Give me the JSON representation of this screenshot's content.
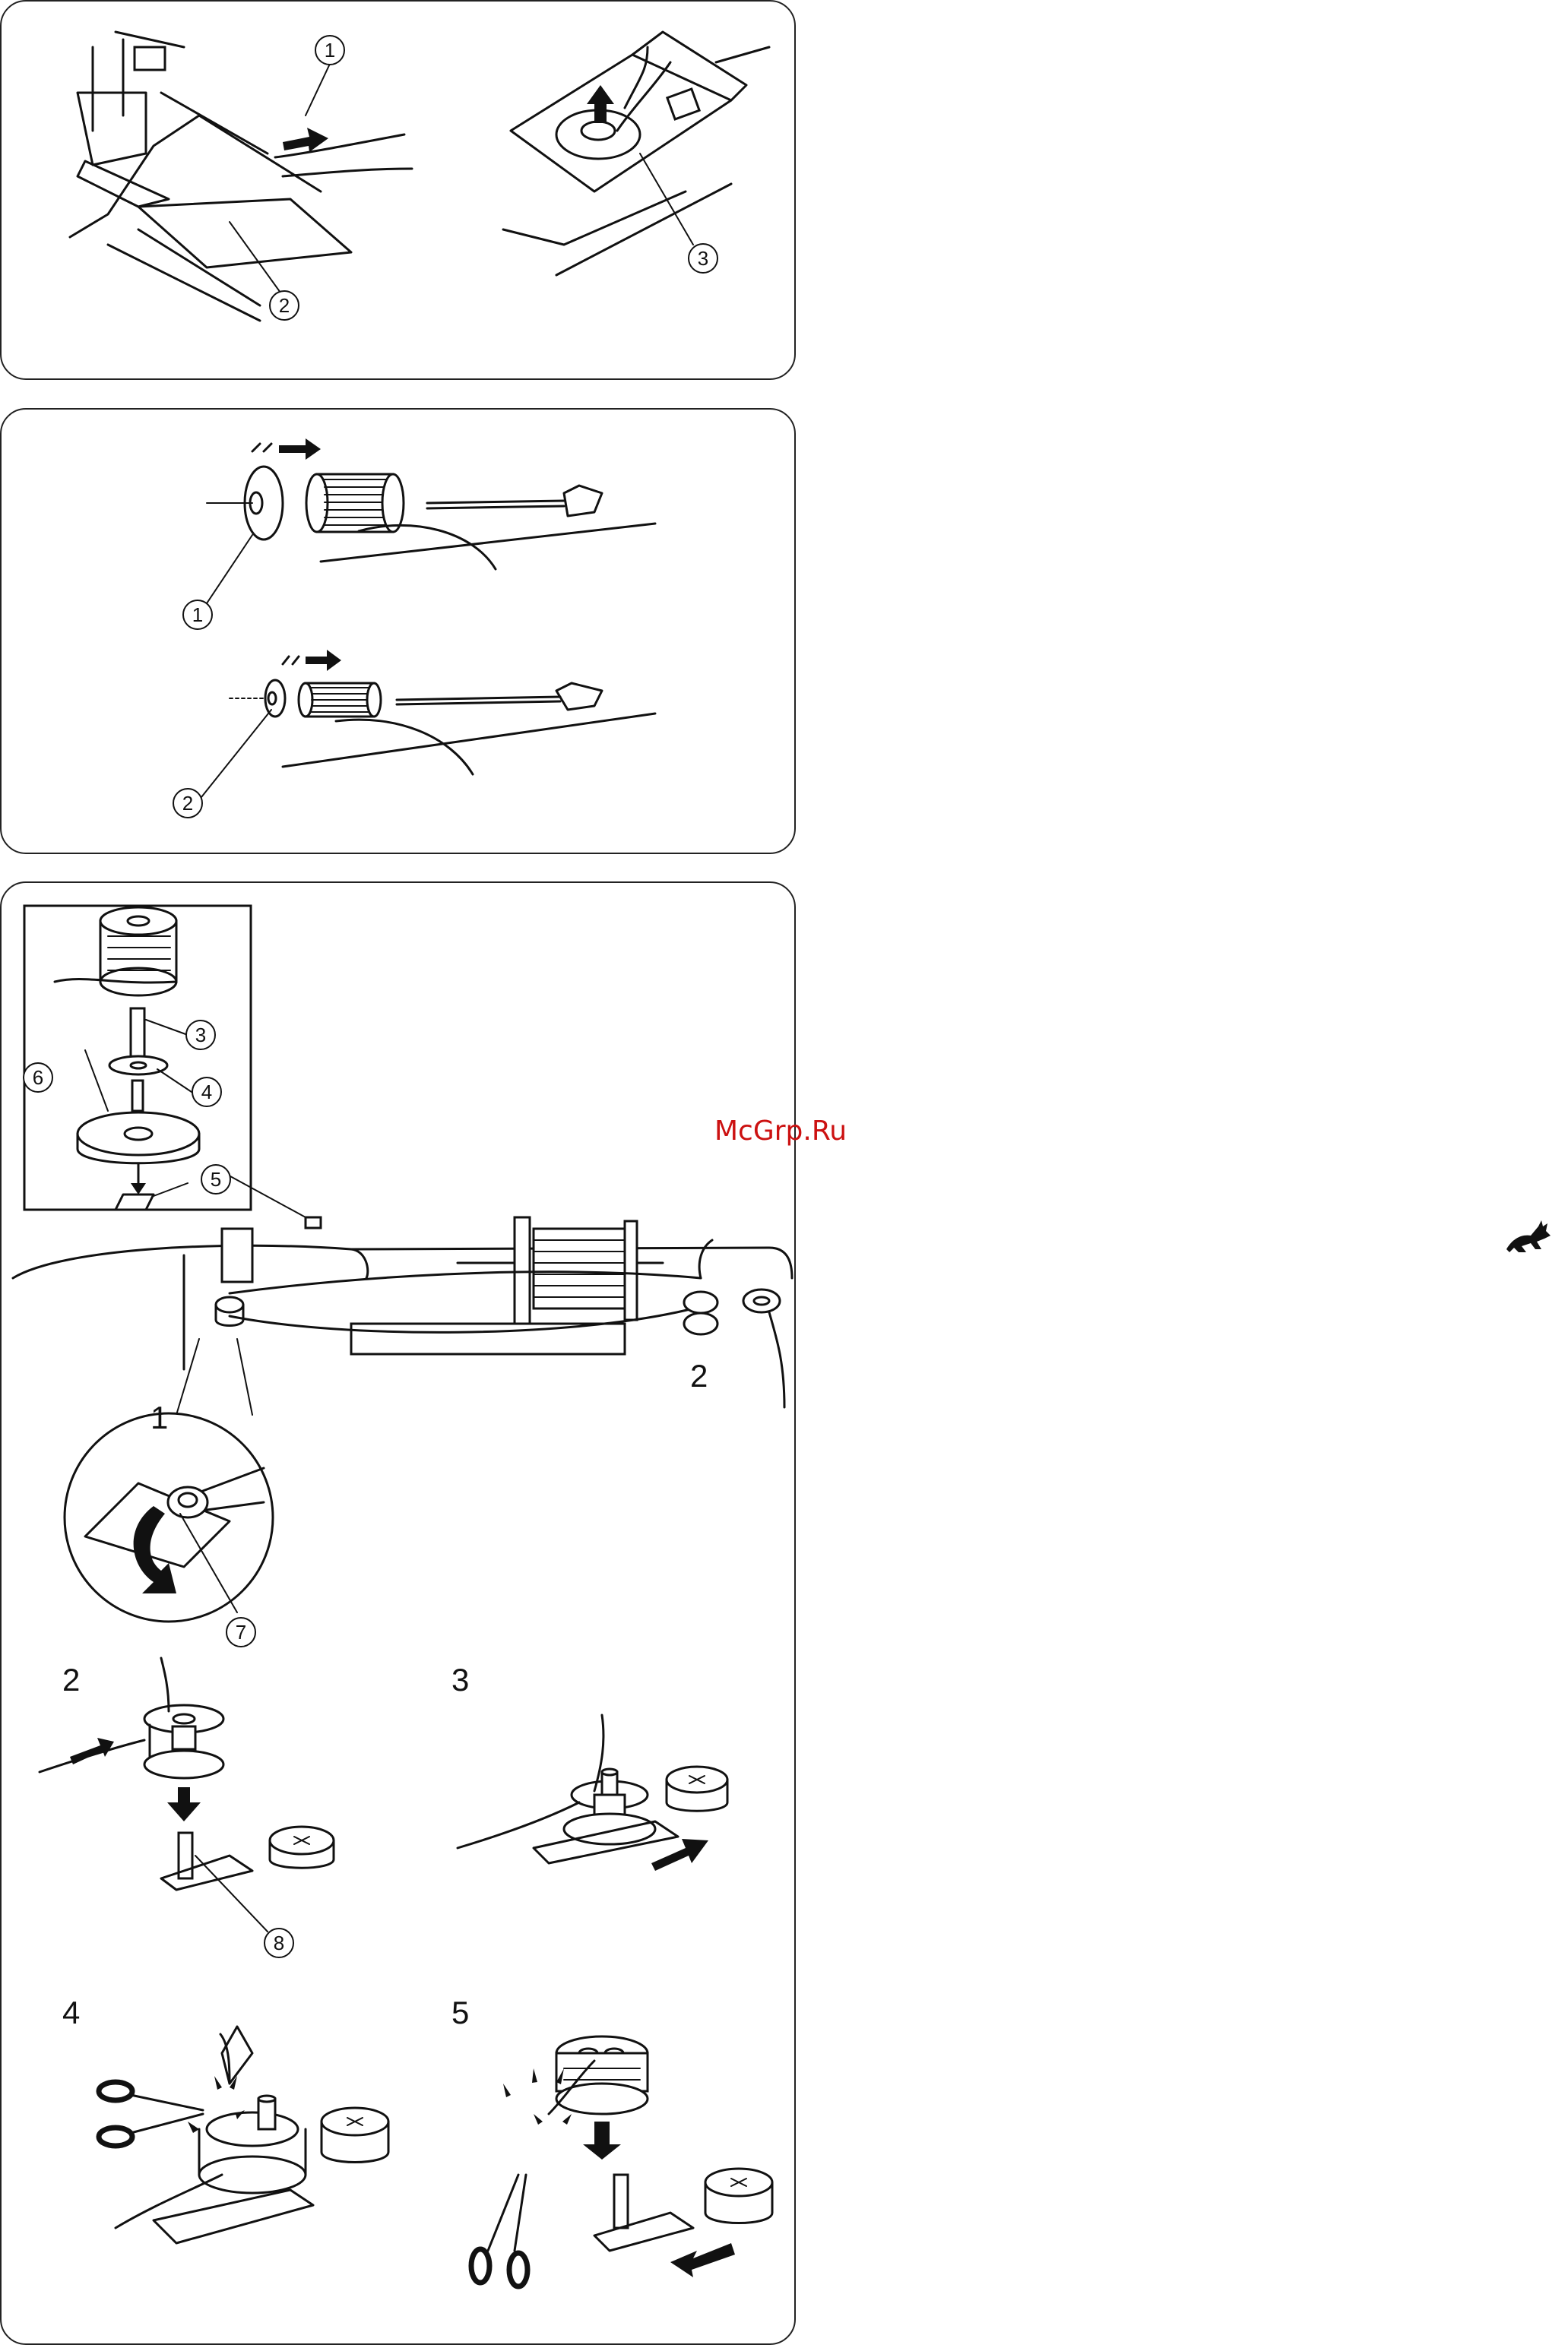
{
  "panel_a": {
    "callouts": [
      "1",
      "2",
      "3"
    ]
  },
  "panel_b": {
    "callouts": [
      "1",
      "2"
    ]
  },
  "panel_c": {
    "callouts": [
      "3",
      "4",
      "6",
      "5",
      "7",
      "8"
    ],
    "steps": [
      "1",
      "2",
      "2",
      "3",
      "4",
      "5"
    ]
  },
  "watermark": {
    "text": "McGrp.Ru",
    "color": "#cc1111"
  },
  "icons": [
    "rabbit-icon"
  ]
}
